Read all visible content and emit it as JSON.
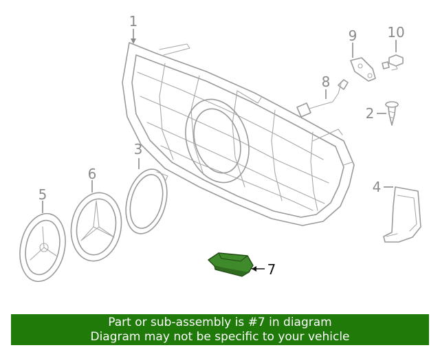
{
  "callouts": [
    {
      "id": "1",
      "label": "1"
    },
    {
      "id": "2",
      "label": "2"
    },
    {
      "id": "3",
      "label": "3"
    },
    {
      "id": "4",
      "label": "4"
    },
    {
      "id": "5",
      "label": "5"
    },
    {
      "id": "6",
      "label": "6"
    },
    {
      "id": "7",
      "label": "7",
      "highlighted": true
    },
    {
      "id": "8",
      "label": "8"
    },
    {
      "id": "9",
      "label": "9"
    },
    {
      "id": "10",
      "label": "10"
    }
  ],
  "banner": {
    "line1": "Part or sub-assembly is #7 in diagram",
    "line2": "Diagram may not be specific to your vehicle"
  },
  "colors": {
    "banner_bg": "#1f7a0a",
    "banner_text": "#ffffff",
    "highlight_part": "#3f8a2a",
    "line_art": "#9a9a9a"
  }
}
